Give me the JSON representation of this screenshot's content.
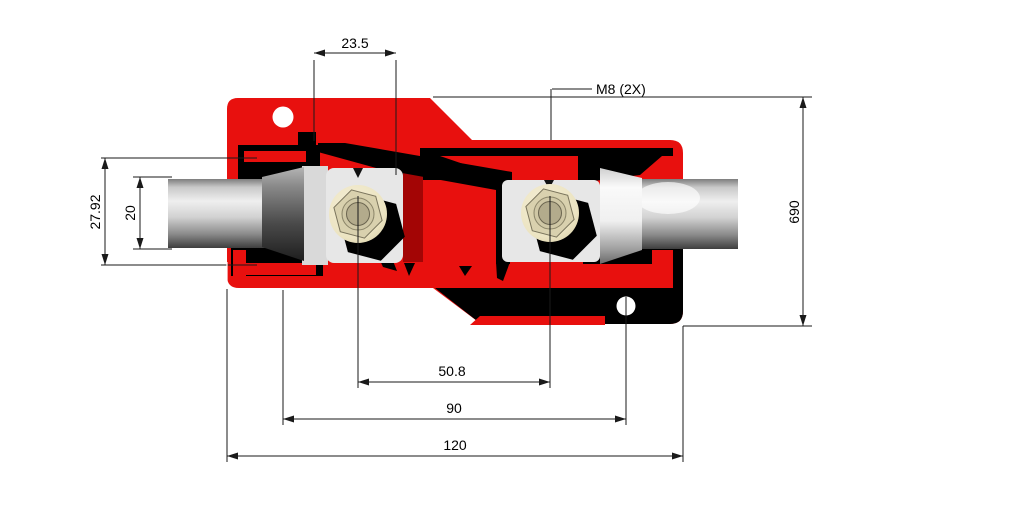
{
  "drawing": {
    "view": "cad-section-view",
    "dimensions": {
      "top_offset": "23.5",
      "stud_spacing": "50.8",
      "hole_spacing": "90",
      "overall_length": "120",
      "gland_diameter": "27.92",
      "cable_diameter": "20",
      "height": "690",
      "thread_callout": "M8 (2X)"
    },
    "colors": {
      "body_red": "#e8100e",
      "shadow_red": "#a30505",
      "section_black": "#000000",
      "block_gray": "#e7e7e7",
      "washer_cream": "#ece4c2",
      "nut_tan": "#d9d1ae",
      "background": "#ffffff",
      "line": "#1a1a1a"
    }
  }
}
